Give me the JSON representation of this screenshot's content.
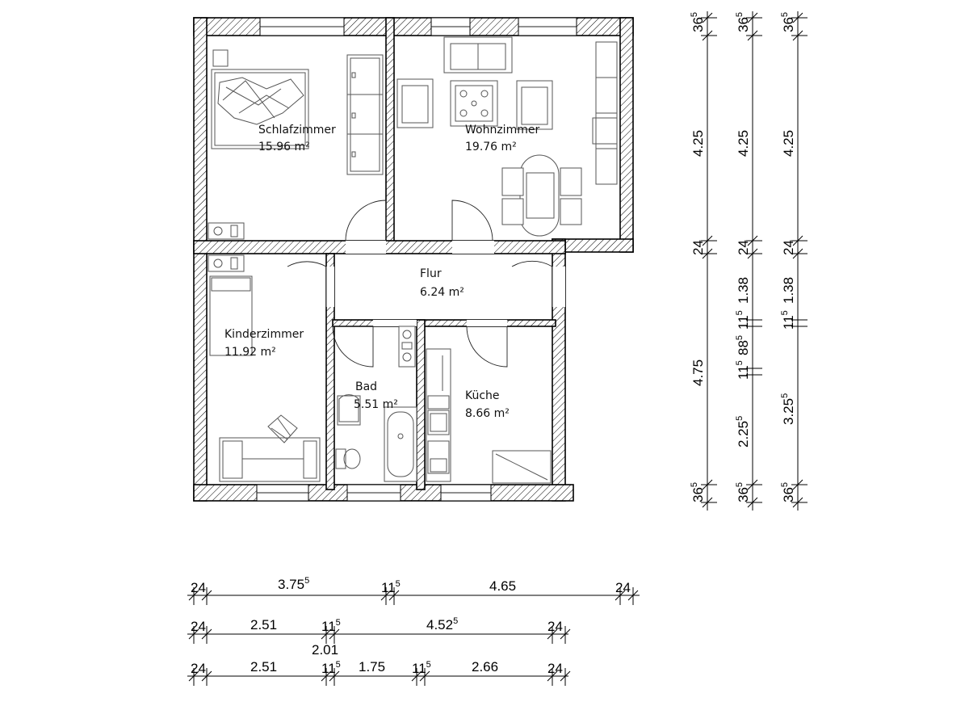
{
  "rooms": {
    "schlafzimmer": {
      "name": "Schlafzimmer",
      "area": "15.96 m²"
    },
    "wohnzimmer": {
      "name": "Wohnzimmer",
      "area": "19.76 m²"
    },
    "flur": {
      "name": "Flur",
      "area": "6.24 m²"
    },
    "kinderzimmer": {
      "name": "Kinderzimmer",
      "area": "11.92 m²"
    },
    "bad": {
      "name": "Bad",
      "area": "5.51 m²"
    },
    "kueche": {
      "name": "Küche",
      "area": "8.66 m²"
    }
  },
  "vertical_dims": {
    "col1": [
      {
        "main": "36",
        "sup": "5"
      },
      {
        "main": "4.25",
        "sup": ""
      },
      {
        "main": "24",
        "sup": ""
      },
      {
        "main": "4.75",
        "sup": ""
      },
      {
        "main": "36",
        "sup": "5"
      }
    ],
    "col2": [
      {
        "main": "36",
        "sup": "5"
      },
      {
        "main": "4.25",
        "sup": ""
      },
      {
        "main": "24",
        "sup": ""
      },
      {
        "main": "1.38",
        "sup": ""
      },
      {
        "main": "11",
        "sup": "5"
      },
      {
        "main": "88",
        "sup": "5"
      },
      {
        "main": "11",
        "sup": "5"
      },
      {
        "main": "2.25",
        "sup": "5"
      },
      {
        "main": "36",
        "sup": "5"
      }
    ],
    "col3": [
      {
        "main": "36",
        "sup": "5"
      },
      {
        "main": "4.25",
        "sup": ""
      },
      {
        "main": "24",
        "sup": ""
      },
      {
        "main": "1.38",
        "sup": ""
      },
      {
        "main": "11",
        "sup": "5"
      },
      {
        "main": "3.25",
        "sup": "5"
      },
      {
        "main": "36",
        "sup": "5"
      }
    ]
  },
  "horizontal_dims": {
    "row1": [
      {
        "main": "24",
        "sup": ""
      },
      {
        "main": "3.75",
        "sup": "5"
      },
      {
        "main": "11",
        "sup": "5"
      },
      {
        "main": "4.65",
        "sup": ""
      },
      {
        "main": "24",
        "sup": ""
      }
    ],
    "row2": [
      {
        "main": "24",
        "sup": ""
      },
      {
        "main": "2.51",
        "sup": ""
      },
      {
        "main": "11",
        "sup": "5"
      },
      {
        "main": "4.52",
        "sup": "5"
      },
      {
        "main": "24",
        "sup": ""
      }
    ],
    "row2_extra": {
      "main": "2.01",
      "sup": ""
    },
    "row3": [
      {
        "main": "24",
        "sup": ""
      },
      {
        "main": "2.51",
        "sup": ""
      },
      {
        "main": "11",
        "sup": "5"
      },
      {
        "main": "1.75",
        "sup": ""
      },
      {
        "main": "11",
        "sup": "5"
      },
      {
        "main": "2.66",
        "sup": ""
      },
      {
        "main": "24",
        "sup": ""
      }
    ]
  }
}
